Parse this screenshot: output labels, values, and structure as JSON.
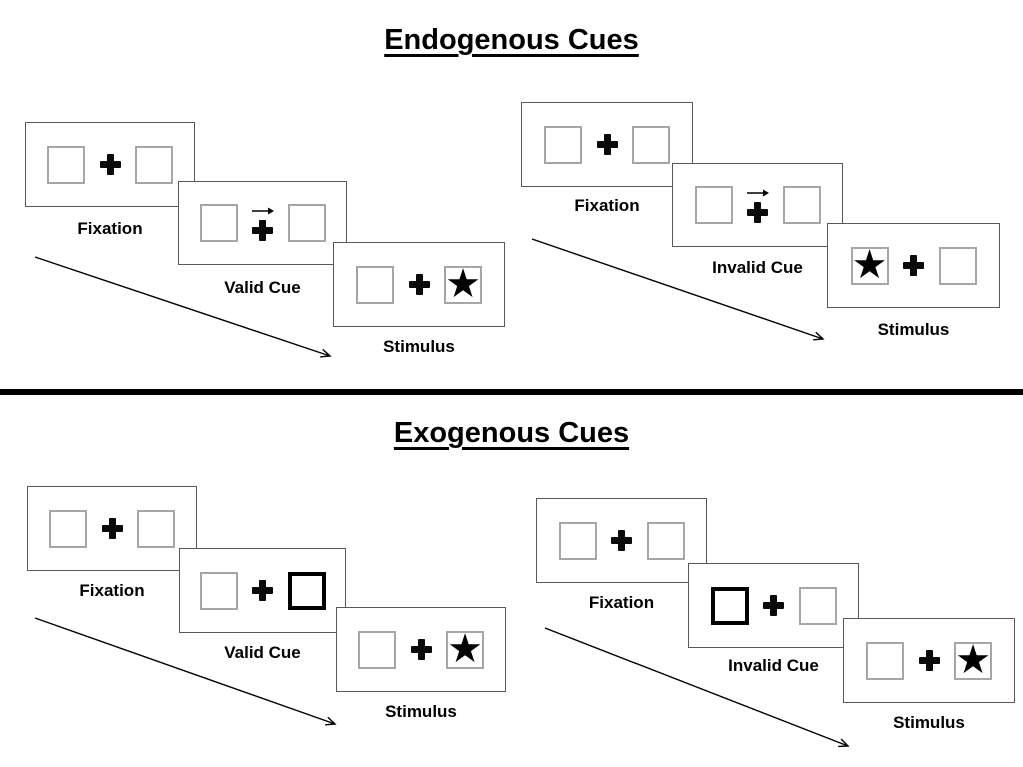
{
  "titles": {
    "endogenous": "Endogenous Cues",
    "exogenous": "Exogenous Cues"
  },
  "sequences": {
    "endo_valid": {
      "fixation_label": "Fixation",
      "cue_label": "Valid Cue",
      "stimulus_label": "Stimulus",
      "cue_icon": "right-arrow-above-fixation-cross",
      "star_position": "right"
    },
    "endo_invalid": {
      "fixation_label": "Fixation",
      "cue_label": "Invalid Cue",
      "stimulus_label": "Stimulus",
      "cue_icon": "right-arrow-above-fixation-cross",
      "star_position": "left"
    },
    "exo_valid": {
      "fixation_label": "Fixation",
      "cue_label": "Valid Cue",
      "stimulus_label": "Stimulus",
      "cue_icon": "thick-border-right-box",
      "star_position": "right"
    },
    "exo_invalid": {
      "fixation_label": "Fixation",
      "cue_label": "Invalid Cue",
      "stimulus_label": "Stimulus",
      "cue_icon": "thick-border-left-box",
      "star_position": "right"
    }
  },
  "glyphs": {
    "star": "★"
  },
  "colors": {
    "panel_border": "#595959",
    "box_border": "#a6a6a6",
    "cue_box_border": "#000000",
    "ink": "#000000",
    "background": "#ffffff"
  }
}
